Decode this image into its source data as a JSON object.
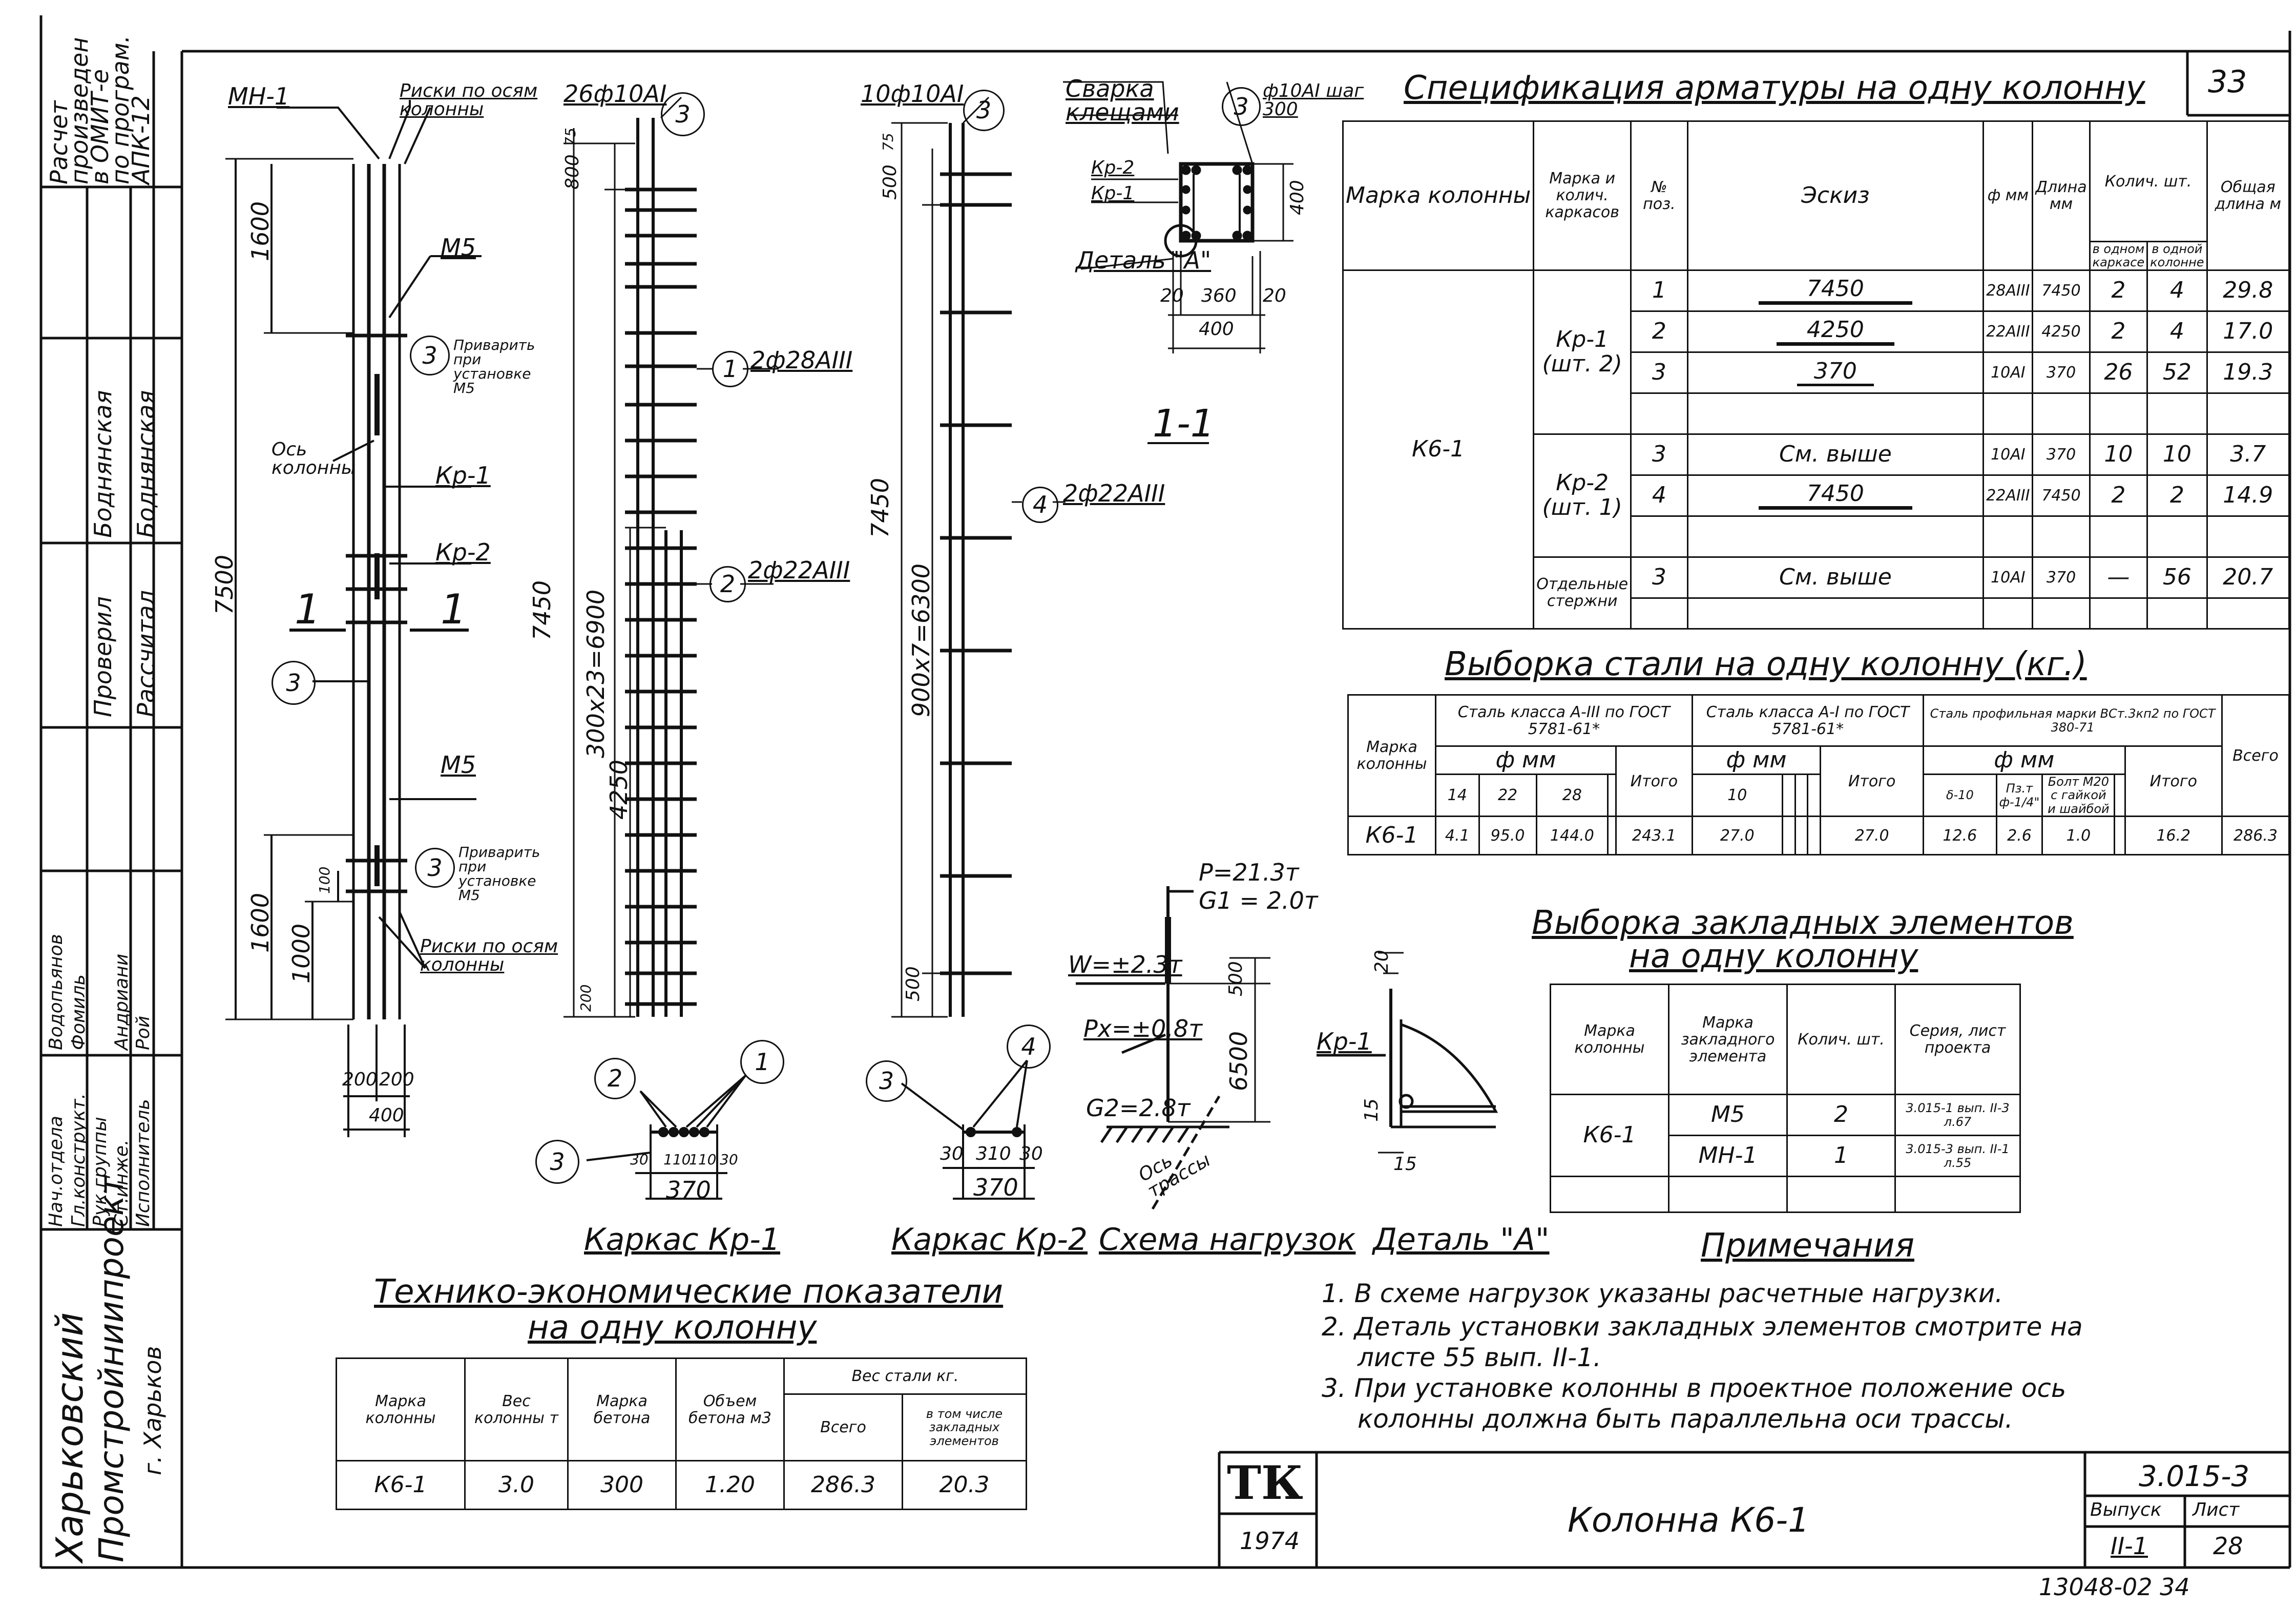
{
  "sheet": {
    "number": "33",
    "designation": "3.015-3",
    "title": "Колонна К6-1",
    "year": "1974",
    "tk": "ТК",
    "issue_label": "Выпуск",
    "issue": "II-1",
    "sheet_label": "Лист",
    "sheet_no": "28",
    "archive": "13048-02   34"
  },
  "sidebar": {
    "calc_note": [
      "Расчет",
      "произведен",
      "в ОМИТ-е",
      "по програм.",
      "АПК-12"
    ],
    "org": [
      "Харьковский",
      "Промстройниипроект",
      "г. Харьков"
    ],
    "roles": [
      {
        "role": "Нач.отдела",
        "name": "Водопьянов"
      },
      {
        "role": "Гл.конструкт.",
        "name": "Фомиль"
      },
      {
        "role": "Рук.группы",
        "name": "Андриани"
      },
      {
        "role": "Ст.инже.",
        "name": "Рой"
      },
      {
        "role": "Исполнитель",
        "name": ""
      },
      {
        "role": "Проверил",
        "name": "Боднянская"
      },
      {
        "role": "Рассчитал",
        "name": "Боднянская"
      }
    ]
  },
  "column_view": {
    "mn1": "МН-1",
    "marks_axes": "Риски по осям колонны",
    "m5": "М5",
    "weld_note": "Приварить при установке М5",
    "axis": "Ось колонны",
    "kr1": "Кр-1",
    "kr2": "Кр-2",
    "section": "1",
    "dims": {
      "d7500": "7500",
      "d1600a": "1600",
      "d1600b": "1600",
      "d1000": "1000",
      "d100": "100",
      "d200a": "200",
      "d200b": "200",
      "d400": "400"
    },
    "pos3": "3"
  },
  "cage1": {
    "top": "26ф10АI",
    "pos": [
      "3",
      "1",
      "2"
    ],
    "lbl1": "2ф28АIII",
    "lbl2": "2ф22АIII",
    "dims": {
      "d7450": "7450",
      "d6900": "300x23=6900",
      "d4250": "4250",
      "d800": "800",
      "d75": "75",
      "d200": "200"
    }
  },
  "cage2": {
    "top": "10ф10АI",
    "pos": [
      "3",
      "4"
    ],
    "lbl4": "2ф22АIII",
    "dims": {
      "d7450": "7450",
      "d6300": "900x7=6300",
      "d500a": "500",
      "d500b": "500",
      "d75": "75"
    }
  },
  "section11": {
    "svarka": "Сварка клещами",
    "rebar": "ф10АI шаг 300",
    "pos": "3",
    "kr2": "Кр-2",
    "kr1": "Кр-1",
    "detail": "Деталь \"А\"",
    "d20a": "20",
    "d360": "360",
    "d20b": "20",
    "d400w": "400",
    "d400h": "400",
    "label": "1-1"
  },
  "cross_sections": {
    "kr1": {
      "pos": [
        "2",
        "1",
        "3"
      ],
      "dims": [
        "30",
        "110",
        "110",
        "30"
      ],
      "total": "370",
      "caption": "Каркас Кр-1"
    },
    "kr2": {
      "pos": [
        "3",
        "4"
      ],
      "dims": [
        "30",
        "310",
        "30"
      ],
      "total": "370",
      "caption": "Каркас Кр-2"
    }
  },
  "loads": {
    "caption": "Схема нагрузок",
    "p": "P=21.3т",
    "g1": "G1 = 2.0т",
    "w": "W=±2.3т",
    "px": "Px=±0.8т",
    "g2": "G2=2.8т",
    "d500": "500",
    "d6500": "6500",
    "axis": "Ось трассы"
  },
  "detail_a": {
    "caption": "Деталь \"А\"",
    "kr1": "Кр-1",
    "d20": "20",
    "d15a": "15",
    "d15b": "15"
  },
  "spec": {
    "title": "Спецификация арматуры на одну колонну",
    "headers": [
      "Марка колонны",
      "Марка и колич. каркасов",
      "№ поз.",
      "Эскиз",
      "ф мм",
      "Длина мм",
      "Колич. шт.",
      "в одном каркасе",
      "в одной колонне",
      "Общая длина м"
    ],
    "column": "К6-1",
    "groups": [
      {
        "name": "Кр-1",
        "qty": "(шт. 2)",
        "rows": [
          {
            "pos": "1",
            "sketch": "7450",
            "dia": "28АIII",
            "len": "7450",
            "n1": "2",
            "n2": "4",
            "total": "29.8"
          },
          {
            "pos": "2",
            "sketch": "4250",
            "dia": "22АIII",
            "len": "4250",
            "n1": "2",
            "n2": "4",
            "total": "17.0"
          },
          {
            "pos": "3",
            "sketch": "370",
            "dia": "10АI",
            "len": "370",
            "n1": "26",
            "n2": "52",
            "total": "19.3"
          }
        ]
      },
      {
        "name": "Кр-2",
        "qty": "(шт. 1)",
        "rows": [
          {
            "pos": "3",
            "sketch": "См. выше",
            "dia": "10АI",
            "len": "370",
            "n1": "10",
            "n2": "10",
            "total": "3.7"
          },
          {
            "pos": "4",
            "sketch": "7450",
            "dia": "22АIII",
            "len": "7450",
            "n1": "2",
            "n2": "2",
            "total": "14.9"
          }
        ]
      },
      {
        "name": "Отдельные стержни",
        "qty": "",
        "rows": [
          {
            "pos": "3",
            "sketch": "См. выше",
            "dia": "10АI",
            "len": "370",
            "n1": "—",
            "n2": "56",
            "total": "20.7"
          }
        ]
      }
    ]
  },
  "steel": {
    "title": "Выборка стали на одну колонну (кг.)",
    "mark": "Марка колонны",
    "g1": "Сталь класса А-III по ГОСТ 5781-61*",
    "g2": "Сталь класса А-I по ГОСТ 5781-61*",
    "g3": "Сталь профильная марки ВСт.3кп2 по ГОСТ 380-71",
    "phi": "ф мм",
    "d1": [
      "14",
      "22",
      "28"
    ],
    "itogo": "Итого",
    "d2": [
      "10"
    ],
    "d3": [
      "δ-10",
      "Пз.т ф-1/4\"",
      "Болт М20 с гайкой и шайбой"
    ],
    "vsego": "Всего",
    "row": {
      "mark": "К6-1",
      "a3": [
        "4.1",
        "95.0",
        "144.0"
      ],
      "a3_total": "243.1",
      "a1": [
        "27.0"
      ],
      "a1_total": "27.0",
      "pr": [
        "12.6",
        "2.6",
        "1.0"
      ],
      "pr_total": "16.2",
      "total": "286.3"
    }
  },
  "embed": {
    "title1": "Выборка закладных элементов",
    "title2": "на одну колонну",
    "headers": [
      "Марка колонны",
      "Марка закладного элемента",
      "Колич. шт.",
      "Серия, лист проекта"
    ],
    "column": "К6-1",
    "rows": [
      {
        "mark": "М5",
        "qty": "2",
        "ref": "3.015-1 вып. II-3 л.67"
      },
      {
        "mark": "МН-1",
        "qty": "1",
        "ref": "3.015-3 вып. II-1 л.55"
      }
    ]
  },
  "notes": {
    "title": "Примечания",
    "items": [
      "1. В схеме нагрузок указаны расчетные нагрузки.",
      "2. Деталь установки закладных элементов смотрите на",
      "листе 55 вып. II-1.",
      "3. При установке колонны в проектное положение ось",
      "колонны должна быть параллельна оси трассы."
    ]
  },
  "tech": {
    "title1": "Технико-экономические показатели",
    "title2": "на одну колонну",
    "headers": [
      "Марка колонны",
      "Вес колонны т",
      "Марка бетона",
      "Объем бетона м3",
      "Вес стали кг.",
      "Всего",
      "в том числе закладных элементов"
    ],
    "row": [
      "К6-1",
      "3.0",
      "300",
      "1.20",
      "286.3",
      "20.3"
    ]
  }
}
